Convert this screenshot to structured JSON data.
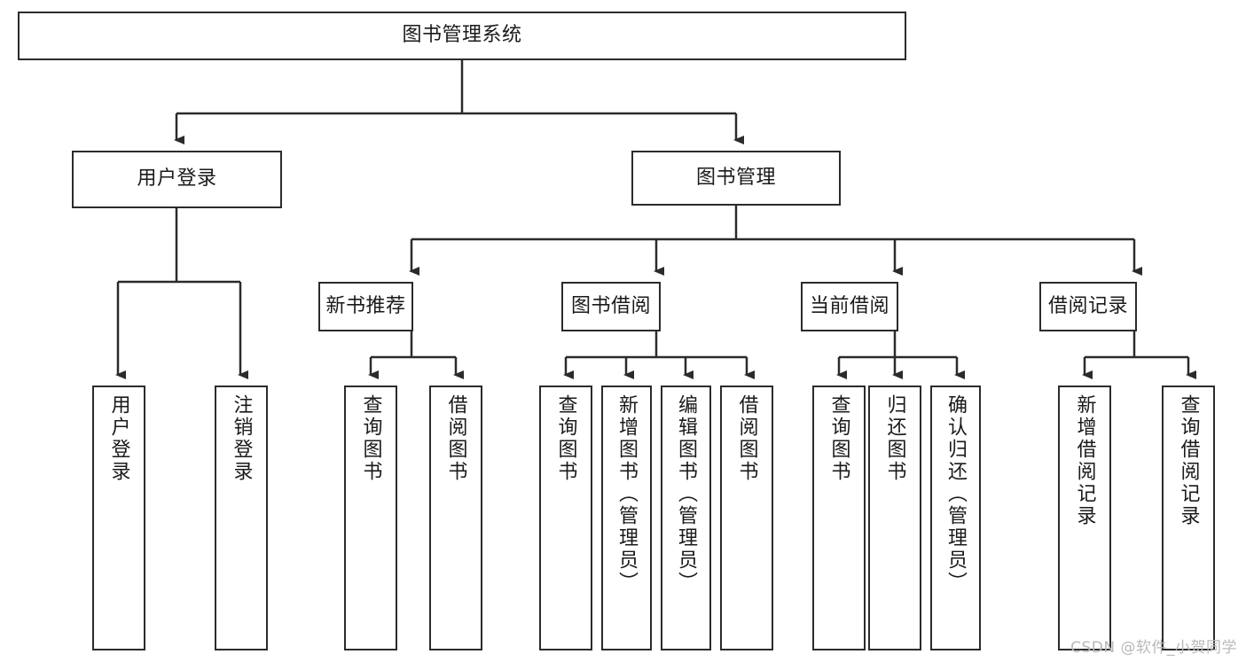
{
  "diagram": {
    "title_node": {
      "label": "图书管理系统"
    },
    "level2": [
      {
        "id": "user-login",
        "label": "用户登录"
      },
      {
        "id": "book-manage",
        "label": "图书管理"
      }
    ],
    "level3": [
      {
        "id": "new-book-recommend",
        "label": "新书推荐"
      },
      {
        "id": "book-borrow",
        "label": "图书借阅"
      },
      {
        "id": "current-borrow",
        "label": "当前借阅"
      },
      {
        "id": "borrow-record",
        "label": "借阅记录"
      }
    ],
    "leaves": {
      "user_login": [
        {
          "id": "leaf-user-login",
          "label": "用户登录"
        },
        {
          "id": "leaf-logout-login",
          "label": "注销登录"
        }
      ],
      "new_book_recommend": [
        {
          "id": "leaf-query-book-1",
          "label": "查询图书"
        },
        {
          "id": "leaf-borrow-book-1",
          "label": "借阅图书"
        }
      ],
      "book_borrow": [
        {
          "id": "leaf-query-book-2",
          "label": "查询图书"
        },
        {
          "id": "leaf-add-book",
          "label": "新增图书（管理员）"
        },
        {
          "id": "leaf-edit-book",
          "label": "编辑图书（管理员）"
        },
        {
          "id": "leaf-borrow-book-2",
          "label": "借阅图书"
        }
      ],
      "current_borrow": [
        {
          "id": "leaf-query-book-3",
          "label": "查询图书"
        },
        {
          "id": "leaf-return-book",
          "label": "归还图书"
        },
        {
          "id": "leaf-confirm-return",
          "label": "确认归还（管理员）"
        }
      ],
      "borrow_record": [
        {
          "id": "leaf-add-record",
          "label": "新增借阅记录"
        },
        {
          "id": "leaf-query-record",
          "label": "查询借阅记录"
        }
      ]
    }
  },
  "watermark": {
    "text": "CSDN @软件_小贺同学"
  },
  "colors": {
    "stroke": "#2b2b2b",
    "background": "#ffffff",
    "text": "#1a1a1a",
    "watermark": "#b9b9b9"
  }
}
